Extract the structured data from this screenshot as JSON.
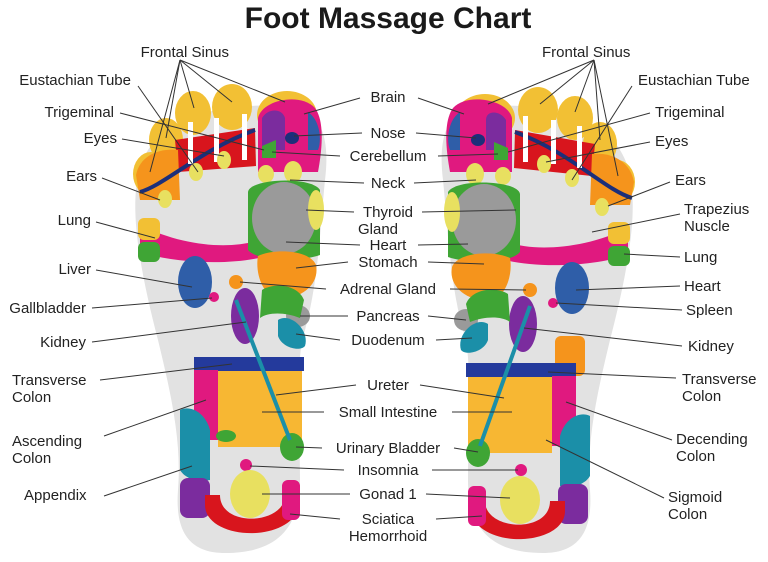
{
  "title": "Foot Massage Chart",
  "left_labels": {
    "frontal_sinus": "Frontal Sinus",
    "eustachian_tube": "Eustachian Tube",
    "trigeminal": "Trigeminal",
    "eyes": "Eyes",
    "ears": "Ears",
    "lung": "Lung",
    "liver": "Liver",
    "gallbladder": "Gallbladder",
    "kidney": "Kidney",
    "transverse_colon_1": "Transverse",
    "transverse_colon_2": "Colon",
    "ascending_colon_1": "Ascending",
    "ascending_colon_2": "Colon",
    "appendix": "Appendix"
  },
  "center_labels": {
    "brain": "Brain",
    "nose": "Nose",
    "cerebellum": "Cerebellum",
    "neck": "Neck",
    "thyroid_1": "Thyroid",
    "thyroid_2": "Gland",
    "heart": "Heart",
    "stomach": "Stomach",
    "adrenal_gland": "Adrenal Gland",
    "pancreas": "Pancreas",
    "duodenum": "Duodenum",
    "ureter": "Ureter",
    "small_intestine": "Small Intestine",
    "urinary_bladder": "Urinary Bladder",
    "insomnia": "Insomnia",
    "gonad": "Gonad 1",
    "sciatica": "Sciatica",
    "hemorrhoid": "Hemorrhoid"
  },
  "right_labels": {
    "frontal_sinus": "Frontal Sinus",
    "eustachian_tube": "Eustachian Tube",
    "trigeminal": "Trigeminal",
    "eyes": "Eyes",
    "ears": "Ears",
    "trapezius_1": "Trapezius",
    "trapezius_2": "Nuscle",
    "lung": "Lung",
    "heart": "Heart",
    "spleen": "Spleen",
    "kidney": "Kidney",
    "transverse_colon_1": "Transverse",
    "transverse_colon_2": "Colon",
    "decending_colon_1": "Decending",
    "decending_colon_2": "Colon",
    "sigmoid_colon_1": "Sigmoid",
    "sigmoid_colon_2": "Colon"
  },
  "colors": {
    "foot_base": "#e2e2e2",
    "toe_yellow": "#f2c034",
    "toe_gold": "#f0b530",
    "red": "#d8151d",
    "magenta": "#e0197f",
    "orange": "#f5941c",
    "green": "#3fa535",
    "purple": "#7b2c9e",
    "blue": "#2f5ea8",
    "navy": "#1c2f7a",
    "teal": "#1b8fa8",
    "grey": "#9a9a9a",
    "pale_yellow": "#e8e060",
    "dark_blue_band": "#243a9c"
  }
}
